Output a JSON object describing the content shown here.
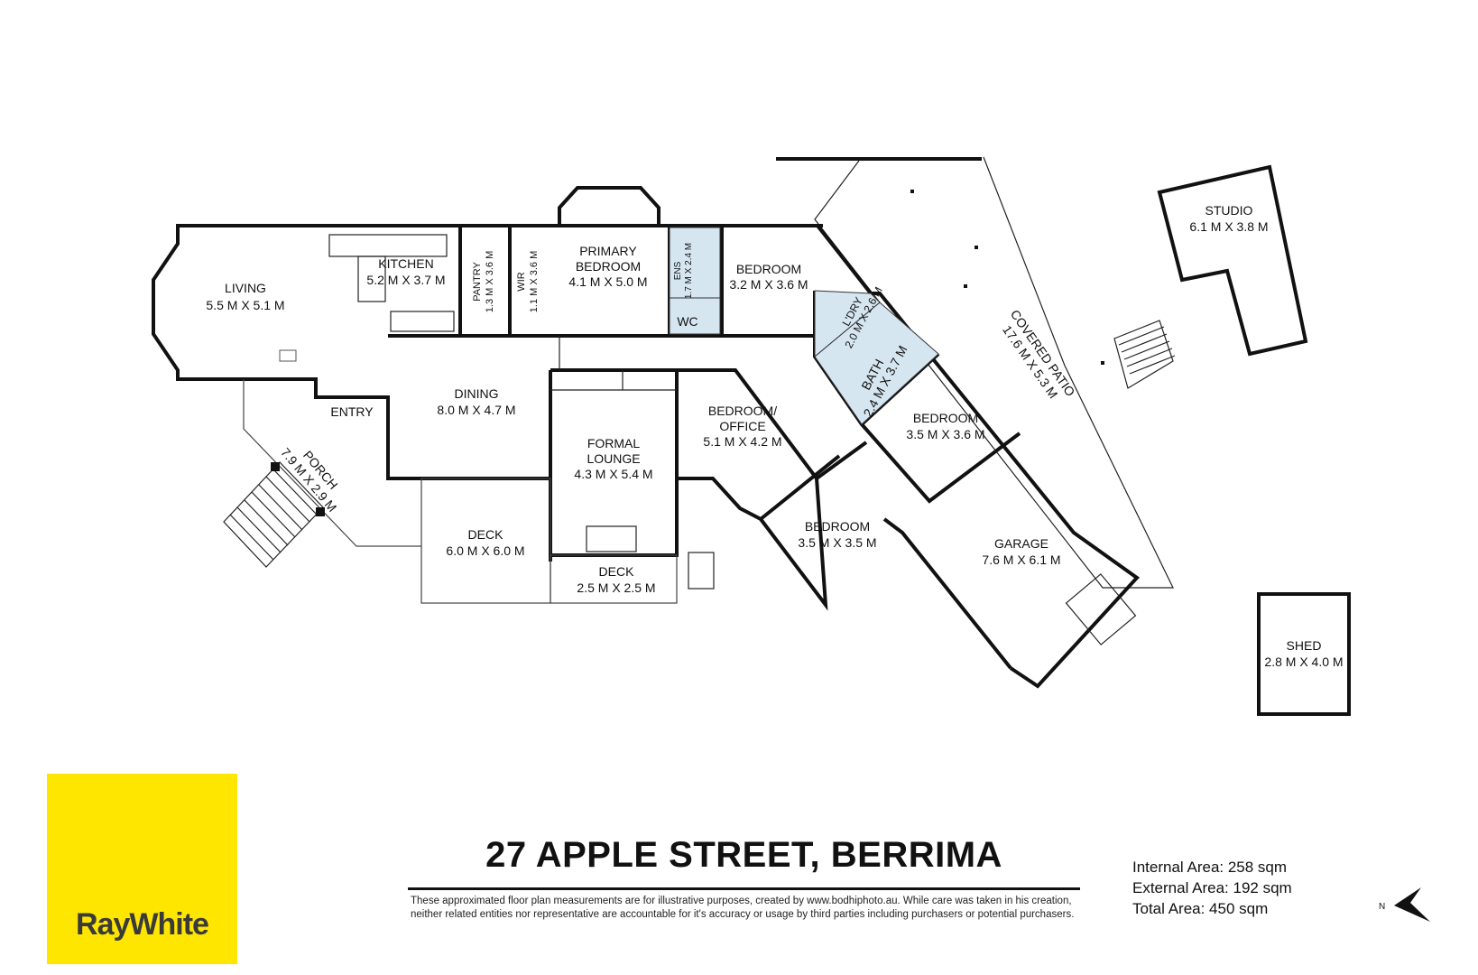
{
  "rooms": {
    "living": {
      "name": "LIVING",
      "dims": "5.5 M X 5.1 M"
    },
    "kitchen": {
      "name": "KITCHEN",
      "dims": "5.2 M X 3.7 M"
    },
    "pantry": {
      "name": "PANTRY",
      "dims": "1.3 M X 3.6 M"
    },
    "wir": {
      "name": "WIR",
      "dims": "1.1 M X 3.6 M"
    },
    "primary_bedroom": {
      "name1": "PRIMARY",
      "name2": "BEDROOM",
      "dims": "4.1 M X 5.0 M"
    },
    "ens": {
      "name": "ENS",
      "dims": "1.7 M X 2.4 M"
    },
    "wc": {
      "name": "WC"
    },
    "bedroom_1": {
      "name": "BEDROOM",
      "dims": "3.2 M X 3.6 M"
    },
    "ldry": {
      "name": "L'DRY",
      "dims": "2.0 M X 2.6 M"
    },
    "bath": {
      "name": "BATH",
      "dims": "2.4 M X 3.7 M"
    },
    "covered_patio": {
      "name": "COVERED PATIO",
      "dims": "17.6 M X 5.3 M"
    },
    "studio": {
      "name": "STUDIO",
      "dims": "6.1 M X 3.8 M"
    },
    "entry": {
      "name": "ENTRY"
    },
    "dining": {
      "name": "DINING",
      "dims": "8.0 M X 4.7 M"
    },
    "porch": {
      "name": "PORCH",
      "dims": "7.9 M X 2.9 M"
    },
    "formal_lounge": {
      "name1": "FORMAL",
      "name2": "LOUNGE",
      "dims": "4.3 M X 5.4 M"
    },
    "bedroom_office": {
      "name1": "BEDROOM/",
      "name2": "OFFICE",
      "dims": "5.1 M X 4.2 M"
    },
    "bedroom_2": {
      "name": "BEDROOM",
      "dims": "3.5 M X 3.6 M"
    },
    "bedroom_3": {
      "name": "BEDROOM",
      "dims": "3.5 M X 3.5 M"
    },
    "garage": {
      "name": "GARAGE",
      "dims": "7.6 M X 6.1 M"
    },
    "deck_1": {
      "name": "DECK",
      "dims": "6.0 M X 6.0 M"
    },
    "deck_2": {
      "name": "DECK",
      "dims": "2.5 M X 2.5 M"
    },
    "shed": {
      "name": "SHED",
      "dims": "2.8 M X 4.0 M"
    }
  },
  "address": "27 APPLE STREET, BERRIMA",
  "disclaimer": "These approximated floor plan measurements are for illustrative purposes, created by www.bodhiphoto.au. While care was taken in his creation, neither related entities nor representative are accountable for it's accuracy or usage by third parties including purchasers or potential purchasers.",
  "areas": {
    "internal": "Internal Area: 258 sqm",
    "external": "External Area: 192 sqm",
    "total": "Total Area: 450 sqm"
  },
  "logo": {
    "text": "RayWhite",
    "color": "#ffe600"
  },
  "compass": {
    "label": "N"
  },
  "colors": {
    "wet_area": "#d6e6f1",
    "logo_bg": "#ffe600"
  }
}
